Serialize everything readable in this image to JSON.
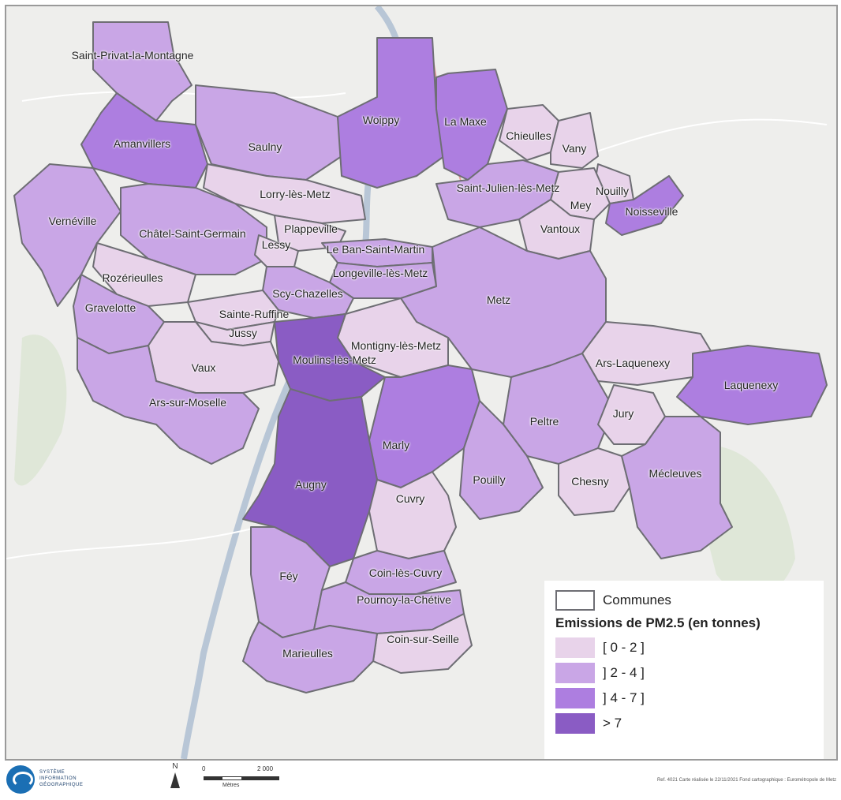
{
  "legend": {
    "communes_label": "Communes",
    "title": "Emissions de PM2.5 (en tonnes)",
    "classes": [
      {
        "label": "[ 0 - 2 ]",
        "color": "#e8d3ea"
      },
      {
        "label": "] 2 - 4 ]",
        "color": "#c9a6e6"
      },
      {
        "label": "] 4 - 7 ]",
        "color": "#ad7ee0"
      },
      {
        "label": "> 7",
        "color": "#8a5cc4"
      }
    ]
  },
  "communes": [
    {
      "name": "Saint-Privat-la-Montagne",
      "class": 1
    },
    {
      "name": "Amanvillers",
      "class": 2
    },
    {
      "name": "Saulny",
      "class": 1
    },
    {
      "name": "Woippy",
      "class": 2
    },
    {
      "name": "La Maxe",
      "class": 2
    },
    {
      "name": "Chieulles",
      "class": 0
    },
    {
      "name": "Vany",
      "class": 0
    },
    {
      "name": "Nouilly",
      "class": 0
    },
    {
      "name": "Mey",
      "class": 0
    },
    {
      "name": "Noisseville",
      "class": 2
    },
    {
      "name": "Vernéville",
      "class": 1
    },
    {
      "name": "Lorry-lès-Metz",
      "class": 0
    },
    {
      "name": "Saint-Julien-lès-Metz",
      "class": 1
    },
    {
      "name": "Vantoux",
      "class": 0
    },
    {
      "name": "Châtel-Saint-Germain",
      "class": 1
    },
    {
      "name": "Plappeville",
      "class": 0
    },
    {
      "name": "Lessy",
      "class": 0
    },
    {
      "name": "Le Ban-Saint-Martin",
      "class": 1
    },
    {
      "name": "Rozérieulles",
      "class": 0
    },
    {
      "name": "Longeville-lès-Metz",
      "class": 1
    },
    {
      "name": "Scy-Chazelles",
      "class": 1
    },
    {
      "name": "Gravelotte",
      "class": 1
    },
    {
      "name": "Sainte-Ruffine",
      "class": 0
    },
    {
      "name": "Jussy",
      "class": 0
    },
    {
      "name": "Metz",
      "class": 1
    },
    {
      "name": "Montigny-lès-Metz",
      "class": 0
    },
    {
      "name": "Moulins-lès-Metz",
      "class": 3
    },
    {
      "name": "Vaux",
      "class": 0
    },
    {
      "name": "Ars-Laquenexy",
      "class": 0
    },
    {
      "name": "Laquenexy",
      "class": 2
    },
    {
      "name": "Ars-sur-Moselle",
      "class": 1
    },
    {
      "name": "Peltre",
      "class": 1
    },
    {
      "name": "Jury",
      "class": 0
    },
    {
      "name": "Marly",
      "class": 2
    },
    {
      "name": "Augny",
      "class": 3
    },
    {
      "name": "Pouilly",
      "class": 1
    },
    {
      "name": "Chesny",
      "class": 0
    },
    {
      "name": "Mécleuves",
      "class": 1
    },
    {
      "name": "Cuvry",
      "class": 0
    },
    {
      "name": "Féy",
      "class": 1
    },
    {
      "name": "Coin-lès-Cuvry",
      "class": 1
    },
    {
      "name": "Pournoy-la-Chétive",
      "class": 1
    },
    {
      "name": "Coin-sur-Seille",
      "class": 0
    },
    {
      "name": "Marieulles",
      "class": 1
    }
  ],
  "footer": {
    "logo_line1": "SYSTÈME",
    "logo_line2": "INFORMATION",
    "logo_line3": "GÉOGRAPHIQUE",
    "north": "N",
    "scale_start": "0",
    "scale_end": "2 000",
    "scale_unit": "Mètres",
    "credits": "Ref. 4021    Carte réalisée le 22/11/2021    Fond cartographique : Eurométropole de Metz"
  }
}
